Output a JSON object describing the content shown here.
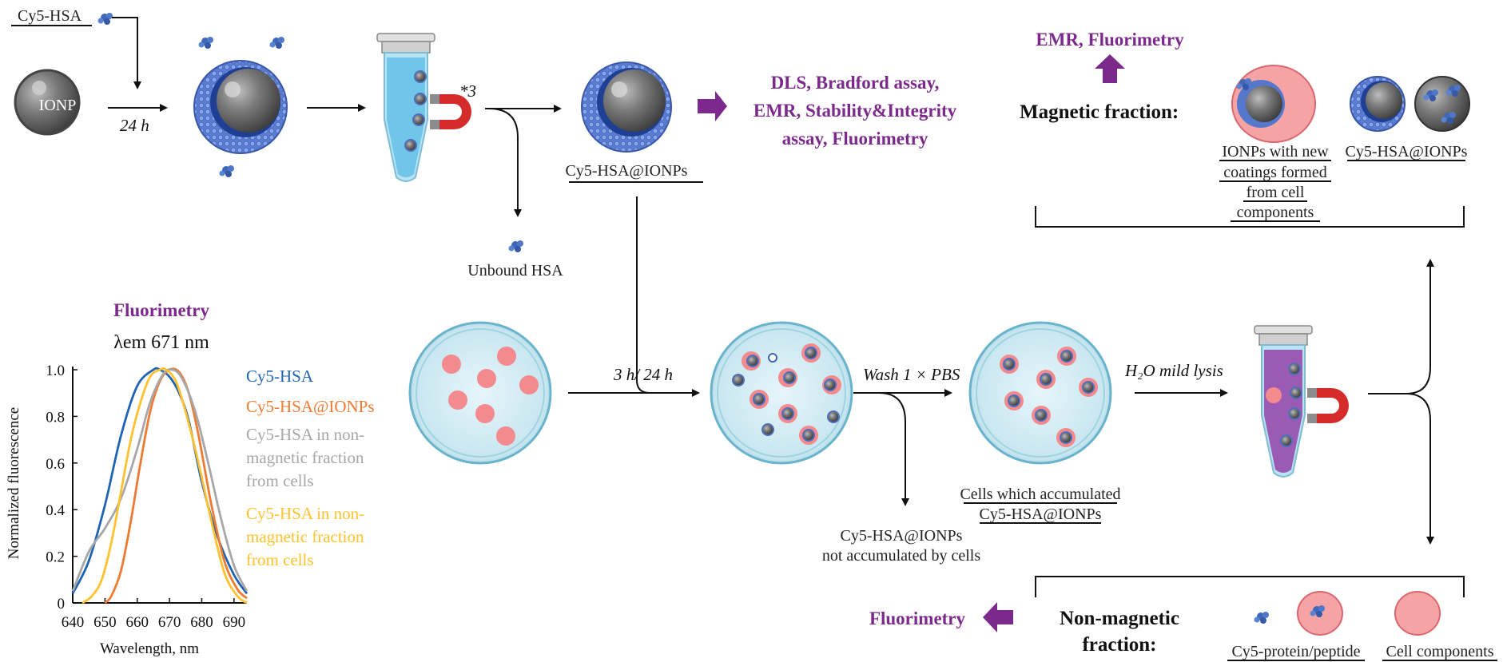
{
  "labels": {
    "cy5_hsa": "Cy5-HSA",
    "ionp": "IONP",
    "time_24h": "24 h",
    "wash_repeat": "*3",
    "unbound_hsa": "Unbound HSA",
    "cy5_hsa_ionps": "Cy5-HSA@IONPs",
    "analysis_1_line1": "DLS, Bradford assay,",
    "analysis_1_line2": "EMR, Stability&Integrity",
    "analysis_1_line3": "assay, Fluorimetry",
    "emr_fluorimetry": "EMR, Fluorimetry",
    "magnetic_fraction": "Magnetic fraction:",
    "new_coatings_line1": "IONPs with new",
    "new_coatings_line2": "coatings formed",
    "new_coatings_line3": "from cell",
    "new_coatings_line4": "components",
    "magnetic_cy5_hsa_ionps": "Cy5-HSA@IONPs",
    "incubation_time": "3 h/ 24 h",
    "wash_pbs": "Wash 1 × PBS",
    "lysis": "H₂O mild lysis",
    "cells_accumulated_line1": "Cells which accumulated",
    "cells_accumulated_line2": "Cy5-HSA@IONPs",
    "not_accumulated_line1": "Cy5-HSA@IONPs",
    "not_accumulated_line2": "not accumulated by cells",
    "fluorimetry_bottom": "Fluorimetry",
    "non_magnetic_line1": "Non-magnetic",
    "non_magnetic_line2": "fraction:",
    "cy5_protein_peptide": "Cy5-protein/peptide",
    "cell_components": "Cell components"
  },
  "colors": {
    "accent_purple": "#7b2a8c",
    "cell_pink": "#f28a8e",
    "dish_blue": "#cfe9f2",
    "ionp_grey": "#6d6d6d",
    "protein_blue": "#3f68b8",
    "magnet_red": "#d62b2b"
  },
  "chart_data": {
    "type": "line",
    "title_line1": "Fluorimetry",
    "title_line2": "λem 671 nm",
    "xlabel": "Wavelength, nm",
    "ylabel": "Normalized fluorescence",
    "xlim": [
      640,
      694
    ],
    "ylim": [
      0,
      1.0
    ],
    "xticks": [
      "640",
      "650",
      "660",
      "670",
      "680",
      "690"
    ],
    "yticks": [
      "0",
      "0.2",
      "0.4",
      "0.6",
      "0.8",
      "1.0"
    ],
    "legend_position": "right",
    "series": [
      {
        "name": "Cy5-HSA",
        "color": "#1f64b4",
        "x": [
          640,
          645,
          650,
          655,
          660,
          665,
          667,
          670,
          673,
          676,
          680,
          685,
          690,
          694
        ],
        "y": [
          0.04,
          0.18,
          0.42,
          0.72,
          0.93,
          1.0,
          1.0,
          0.97,
          0.9,
          0.78,
          0.52,
          0.28,
          0.12,
          0.04
        ]
      },
      {
        "name": "Cy5-HSA@IONPs",
        "color": "#ef7a31",
        "x": [
          650,
          652,
          655,
          658,
          661,
          664,
          667,
          670,
          673,
          676,
          679,
          683,
          687,
          691,
          694
        ],
        "y": [
          0.0,
          0.03,
          0.14,
          0.35,
          0.6,
          0.82,
          0.95,
          1.0,
          0.99,
          0.9,
          0.72,
          0.42,
          0.18,
          0.06,
          0.02
        ]
      },
      {
        "name": "Cy5-HSA in non-magnetic fraction from cells",
        "color": "#a7a7a7",
        "x": [
          640,
          645,
          650,
          655,
          660,
          664,
          668,
          671,
          674,
          678,
          682,
          686,
          690,
          694
        ],
        "y": [
          0.05,
          0.22,
          0.32,
          0.45,
          0.66,
          0.86,
          0.98,
          1.0,
          0.96,
          0.82,
          0.6,
          0.36,
          0.16,
          0.05
        ]
      },
      {
        "name": "Cy5-HSA in non-magnetic fraction from cells",
        "color": "#ffc22e",
        "x": [
          643,
          646,
          649,
          652,
          655,
          658,
          661,
          664,
          667,
          669,
          672,
          675,
          679,
          683,
          687,
          691,
          694
        ],
        "y": [
          0.0,
          0.03,
          0.1,
          0.26,
          0.48,
          0.7,
          0.86,
          0.97,
          1.0,
          1.0,
          0.95,
          0.82,
          0.6,
          0.35,
          0.13,
          0.03,
          0.0
        ]
      }
    ],
    "legend_lines": [
      [
        "Cy5-HSA"
      ],
      [
        "Cy5-HSA@IONPs"
      ],
      [
        "Cy5-HSA in non-",
        "magnetic fraction",
        "from cells"
      ],
      [
        "Cy5-HSA in non-",
        "magnetic fraction",
        "from cells"
      ]
    ]
  }
}
